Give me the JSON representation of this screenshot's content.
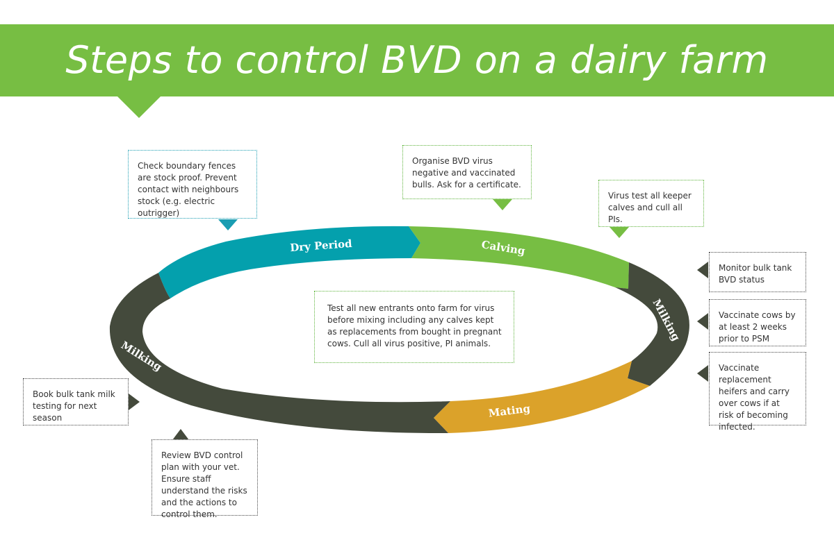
{
  "title": "Steps to control BVD on a dairy farm",
  "colors": {
    "banner": "#77be43",
    "dry_period": "#04a0ad",
    "calving": "#77be43",
    "milking": "#444a3c",
    "mating": "#dba22a",
    "note_border_green": "#5db33a",
    "note_border_blue": "#1a9db2",
    "note_border_dark": "#444444"
  },
  "cycle": {
    "segments": [
      {
        "label": "Dry Period",
        "color": "#04a0ad"
      },
      {
        "label": "Calving",
        "color": "#77be43"
      },
      {
        "label": "Milking",
        "color": "#444a3c"
      },
      {
        "label": "Mating",
        "color": "#dba22a"
      },
      {
        "label": "Milking",
        "color": "#444a3c"
      }
    ]
  },
  "notes": {
    "boundary": "Check boundary fences are stock proof. Prevent contact with neighbours stock (e.g. electric outrigger)",
    "bulls": "Organise BVD virus negative and vaccinated bulls. Ask for a certificate.",
    "keeper_calves": "Virus test all keeper calves and cull all PIs.",
    "bulk_tank_status": "Monitor bulk tank BVD status",
    "vaccinate_cows": "Vaccinate cows by at least 2 weeks prior to PSM",
    "vaccinate_heifers": "Vaccinate replacement heifers and carry over cows if at risk of becoming infected.",
    "new_entrants": "Test all new entrants onto farm for virus before mixing including any calves kept as replacements from bought in pregnant cows. Cull all virus positive, PI animals.",
    "bulk_milk_testing": "Book bulk tank milk testing for next season",
    "review_plan": "Review BVD control plan with your vet. Ensure staff understand the risks and the actions to control them."
  }
}
